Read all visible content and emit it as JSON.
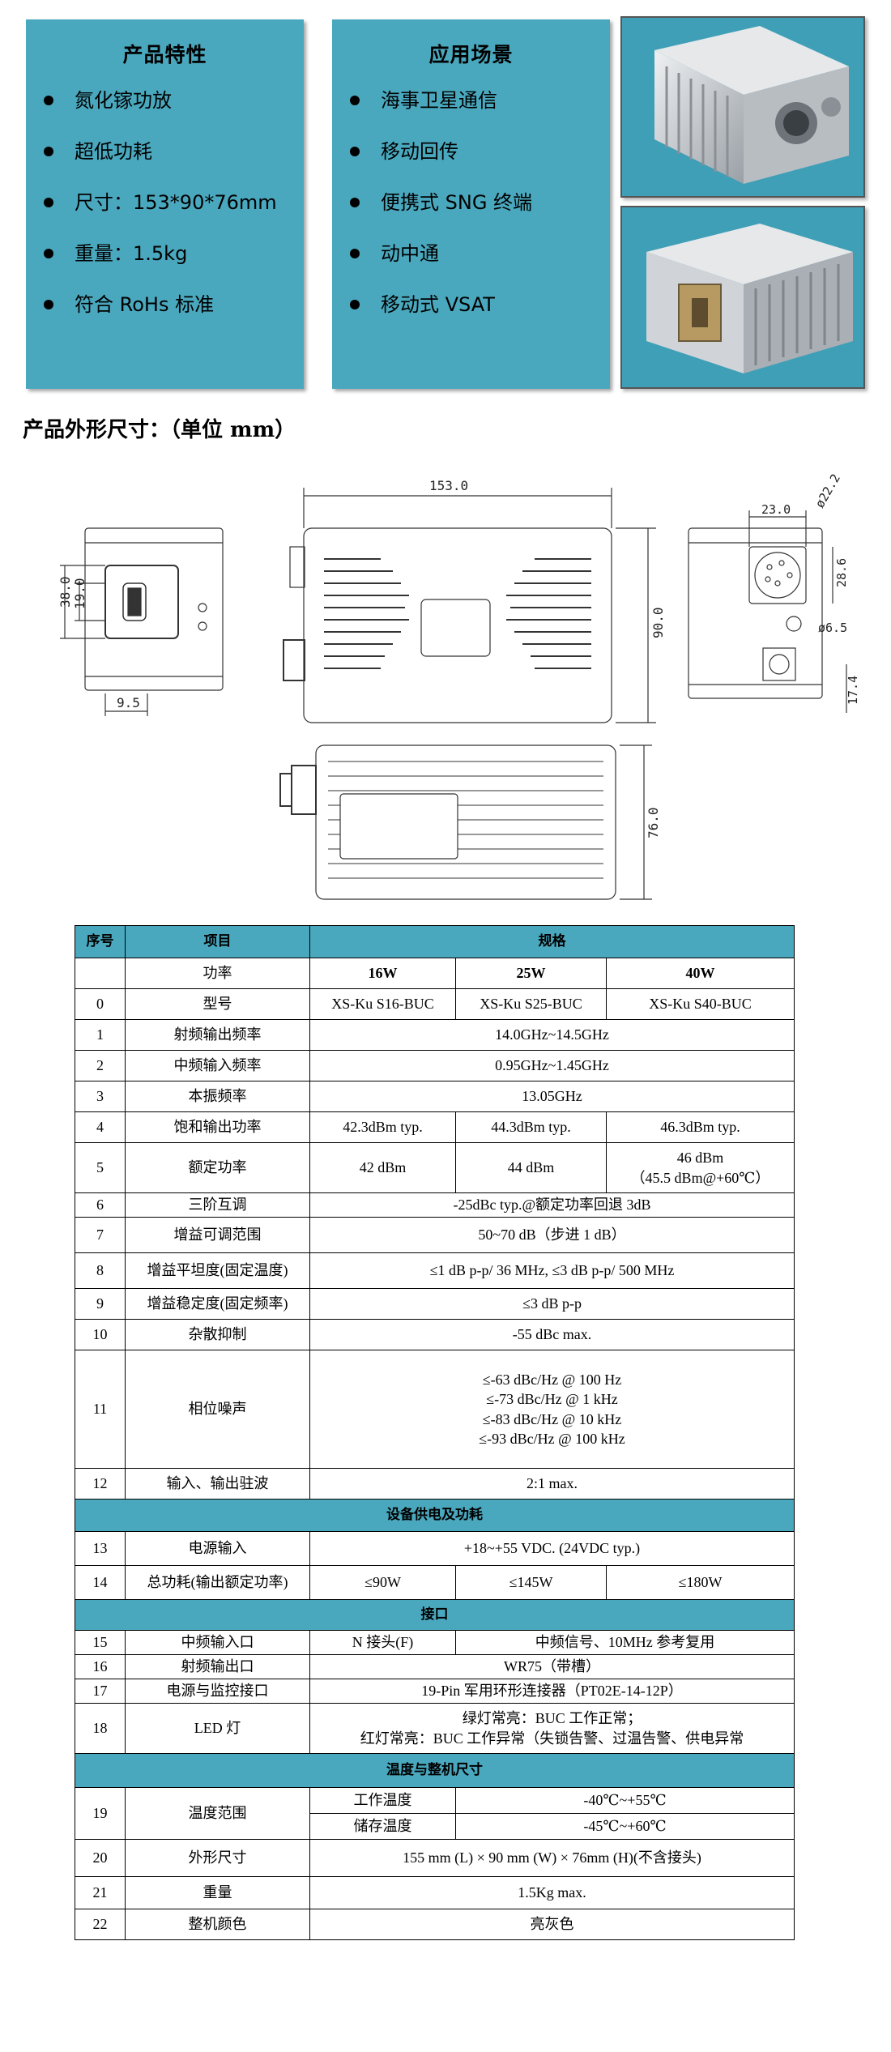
{
  "features": {
    "title": "产品特性",
    "items": [
      "氮化镓功放",
      "超低功耗",
      "尺寸：153*90*76mm",
      "重量：1.5kg",
      "符合 RoHs 标准"
    ]
  },
  "applications": {
    "title": "应用场景",
    "items": [
      "海事卫星通信",
      "移动回传",
      "便携式 SNG 终端",
      "动中通",
      "移动式 VSAT"
    ]
  },
  "photos": [
    "buc-photo-top",
    "buc-photo-front"
  ],
  "dimensions_heading": "产品外形尺寸：（单位 mm）",
  "drawing": {
    "front_h1": "38.0",
    "front_h2": "19.0",
    "front_w": "9.5",
    "top_w": "153.0",
    "top_h": "90.0",
    "side_w": "23.0",
    "side_d1": "ø22.2",
    "side_h1": "28.6",
    "side_d2": "ø6.5",
    "side_h2": "17.4",
    "bottom_h": "76.0"
  },
  "table": {
    "h": {
      "idx": "序号",
      "item": "项目",
      "spec": "规格"
    },
    "power_label": "功率",
    "powers": [
      "16W",
      "25W",
      "40W"
    ],
    "r0": {
      "idx": "0",
      "item": "型号",
      "v": [
        "XS-Ku S16-BUC",
        "XS-Ku S25-BUC",
        "XS-Ku S40-BUC"
      ]
    },
    "r1": {
      "idx": "1",
      "item": "射频输出频率",
      "v": "14.0GHz~14.5GHz"
    },
    "r2": {
      "idx": "2",
      "item": "中频输入频率",
      "v": "0.95GHz~1.45GHz"
    },
    "r3": {
      "idx": "3",
      "item": "本振频率",
      "v": "13.05GHz"
    },
    "r4": {
      "idx": "4",
      "item": "饱和输出功率",
      "v": [
        "42.3dBm typ.",
        "44.3dBm typ.",
        "46.3dBm typ."
      ]
    },
    "r5": {
      "idx": "5",
      "item": "额定功率",
      "v": [
        "42 dBm",
        "44 dBm",
        "46 dBm",
        "（45.5 dBm@+60℃）"
      ]
    },
    "r6": {
      "idx": "6",
      "item": "三阶互调",
      "v": "-25dBc typ.@额定功率回退 3dB"
    },
    "r7": {
      "idx": "7",
      "item": "增益可调范围",
      "v": "50~70 dB（步进 1 dB）"
    },
    "r8": {
      "idx": "8",
      "item": "增益平坦度(固定温度)",
      "v": "≤1 dB p-p/ 36 MHz, ≤3 dB p-p/ 500 MHz"
    },
    "r9": {
      "idx": "9",
      "item": "增益稳定度(固定频率)",
      "v": "≤3 dB p-p"
    },
    "r10": {
      "idx": "10",
      "item": "杂散抑制",
      "v": "-55 dBc max."
    },
    "r11": {
      "idx": "11",
      "item": "相位噪声",
      "v": [
        "≤-63 dBc/Hz @ 100 Hz",
        "≤-73 dBc/Hz @ 1 kHz",
        "≤-83 dBc/Hz @ 10 kHz",
        "≤-93 dBc/Hz @ 100 kHz"
      ]
    },
    "r12": {
      "idx": "12",
      "item": "输入、输出驻波",
      "v": "2:1 max."
    },
    "s_power": "设备供电及功耗",
    "r13": {
      "idx": "13",
      "item": "电源输入",
      "v": "+18~+55 VDC. (24VDC typ.)"
    },
    "r14": {
      "idx": "14",
      "item": "总功耗(输出额定功率)",
      "v": [
        "≤90W",
        "≤145W",
        "≤180W"
      ]
    },
    "s_iface": "接口",
    "r15": {
      "idx": "15",
      "item": "中频输入口",
      "v": [
        "N 接头(F)",
        "中频信号、10MHz 参考复用"
      ]
    },
    "r16": {
      "idx": "16",
      "item": "射频输出口",
      "v": "WR75（带槽）"
    },
    "r17": {
      "idx": "17",
      "item": "电源与监控接口",
      "v": "19-Pin 军用环形连接器（PT02E-14-12P）"
    },
    "r18": {
      "idx": "18",
      "item": "LED 灯",
      "v": [
        "绿灯常亮：BUC 工作正常；",
        "红灯常亮：BUC 工作异常（失锁告警、过温告警、供电异常"
      ]
    },
    "s_temp": "温度与整机尺寸",
    "r19": {
      "idx": "19",
      "item": "温度范围",
      "sub": [
        "工作温度",
        "储存温度"
      ],
      "v": [
        "-40℃~+55℃",
        "-45℃~+60℃"
      ]
    },
    "r20": {
      "idx": "20",
      "item": "外形尺寸",
      "v": "155 mm (L) × 90 mm (W) × 76mm (H)(不含接头)"
    },
    "r21": {
      "idx": "21",
      "item": "重量",
      "v": "1.5Kg max."
    },
    "r22": {
      "idx": "22",
      "item": "整机颜色",
      "v": "亮灰色"
    }
  }
}
